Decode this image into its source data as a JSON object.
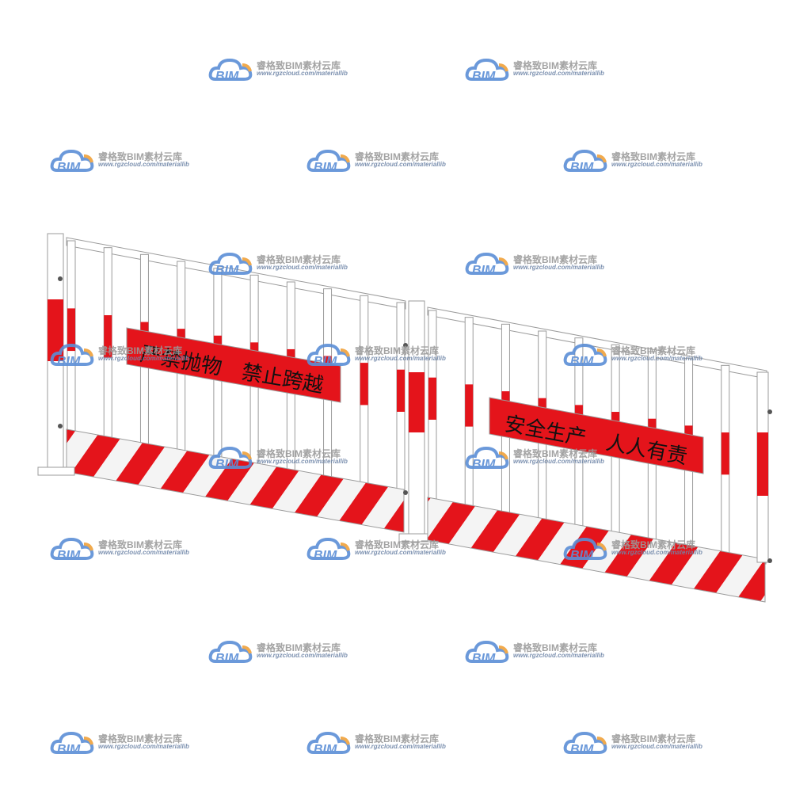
{
  "scene": {
    "subject": "construction-barrier-fence",
    "colors": {
      "red": "#e4141b",
      "white": "#f4f4f4",
      "frame": "#ffffff",
      "outline": "#9b9b9b"
    }
  },
  "left_panel": {
    "sign_text": "严禁抛物　禁止跨越"
  },
  "right_panel": {
    "sign_text": "安全生产　人人有责"
  },
  "watermark": {
    "logo_text": "BIM",
    "brand": "睿格致BIM素材云库",
    "url": "www.rgzcloud.com/materiallib",
    "colors": {
      "cloud": "#5b8ed6",
      "accent": "#f0a13a",
      "text": "#9a9a9a"
    }
  }
}
